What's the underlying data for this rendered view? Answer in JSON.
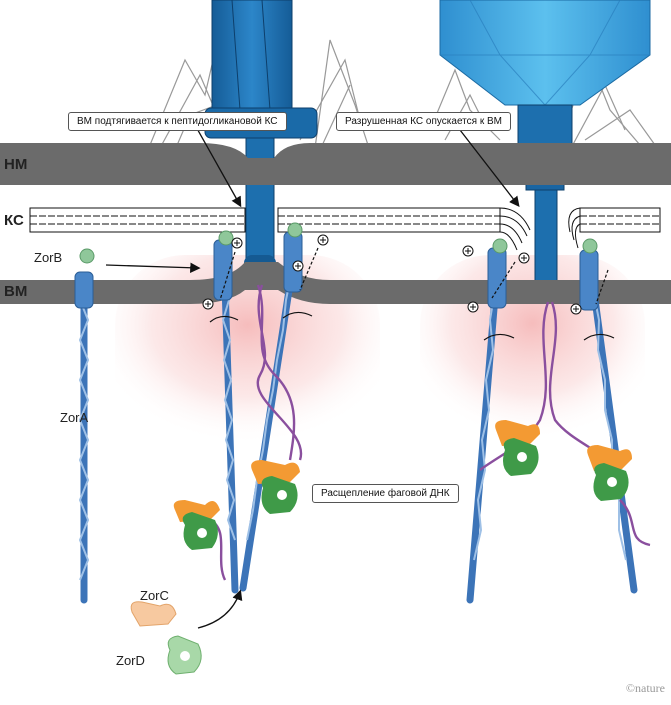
{
  "layers": {
    "outer_membrane": "НМ",
    "cell_wall": "КС",
    "inner_membrane": "ВМ"
  },
  "proteins": {
    "zorA": "ZorA",
    "zorB": "ZorB",
    "zorC": "ZorC",
    "zorD": "ZorD"
  },
  "callouts": {
    "im_pulled": "ВМ подтягивается к пептидогликановой КС",
    "cw_lowered": "Разрушенная КС опускается к ВМ",
    "dna_cleavage": "Расщепление фаговой ДНК"
  },
  "credit": "©nature",
  "colors": {
    "membrane": "#6b6b6b",
    "phage": "#1f74b5",
    "phage_light": "#42a8e0",
    "zorA": "#4a86c8",
    "zorB": "#8fc79a",
    "zorC": "#f39a33",
    "zorD": "#3f9a48",
    "dna": "#8a4f9e",
    "glow": "#f5b8b8"
  }
}
